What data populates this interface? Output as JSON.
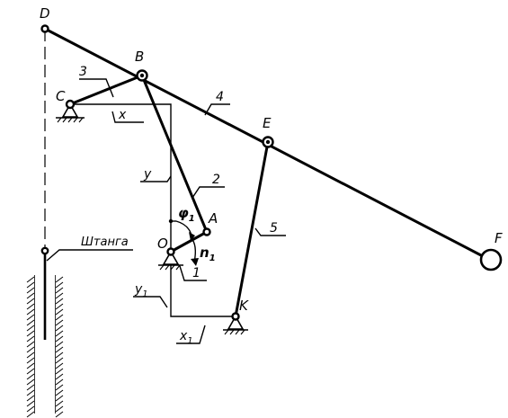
{
  "diagram": {
    "points": {
      "D": "D",
      "B": "B",
      "C": "C",
      "E": "E",
      "F": "F",
      "A": "A",
      "O": "O",
      "K": "K"
    },
    "links": {
      "l1": "1",
      "l2": "2",
      "l3": "3",
      "l4": "4",
      "l5": "5"
    },
    "dims": {
      "x": "x",
      "y": "y",
      "x1_base": "x",
      "x1_sub": "1",
      "y1_base": "y",
      "y1_sub": "1"
    },
    "symbols": {
      "phi_base": "φ",
      "phi_sub": "1",
      "n_base": "n",
      "n_sub": "1"
    },
    "rod_label": "Штанга"
  }
}
